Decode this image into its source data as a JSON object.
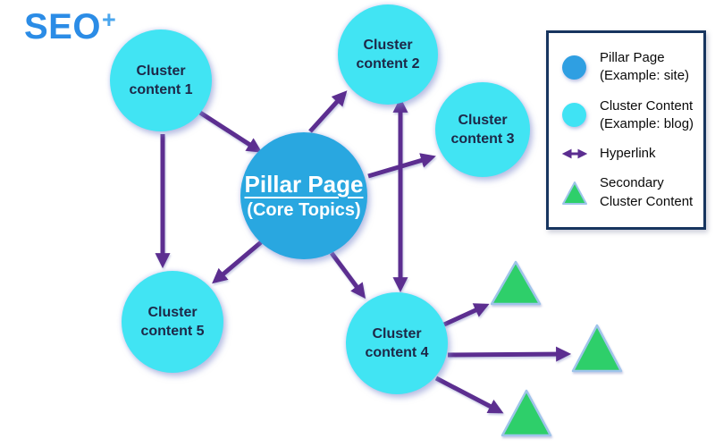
{
  "logo": {
    "text": "SEO",
    "plus": "+"
  },
  "diagram": {
    "pillar": {
      "title": "Pillar Page",
      "subtitle": "(Core Topics)"
    },
    "clusters": [
      {
        "line1": "Cluster",
        "line2": "content 1"
      },
      {
        "line1": "Cluster",
        "line2": "content 2"
      },
      {
        "line1": "Cluster",
        "line2": "content 3"
      },
      {
        "line1": "Cluster",
        "line2": "content 4"
      },
      {
        "line1": "Cluster",
        "line2": "content 5"
      }
    ],
    "secondary_triangle_count": 3
  },
  "legend": {
    "items": [
      {
        "icon": "pillar-circle-icon",
        "line1": "Pillar Page",
        "line2": "(Example: site)"
      },
      {
        "icon": "cluster-circle-icon",
        "line1": "Cluster Content",
        "line2": "(Example: blog)"
      },
      {
        "icon": "hyperlink-arrow-icon",
        "line1": "Hyperlink",
        "line2": ""
      },
      {
        "icon": "secondary-triangle-icon",
        "line1": "Secondary",
        "line2": "Cluster Content"
      }
    ]
  },
  "colors": {
    "pillar_blue": "#29a7e0",
    "cluster_cyan": "#41e4f3",
    "arrow_purple": "#5b2d90",
    "triangle_green": "#2ecf6a",
    "legend_border_navy": "#17355f",
    "logo_blue": "#2b8ce6",
    "label_navy": "#1d2747"
  }
}
